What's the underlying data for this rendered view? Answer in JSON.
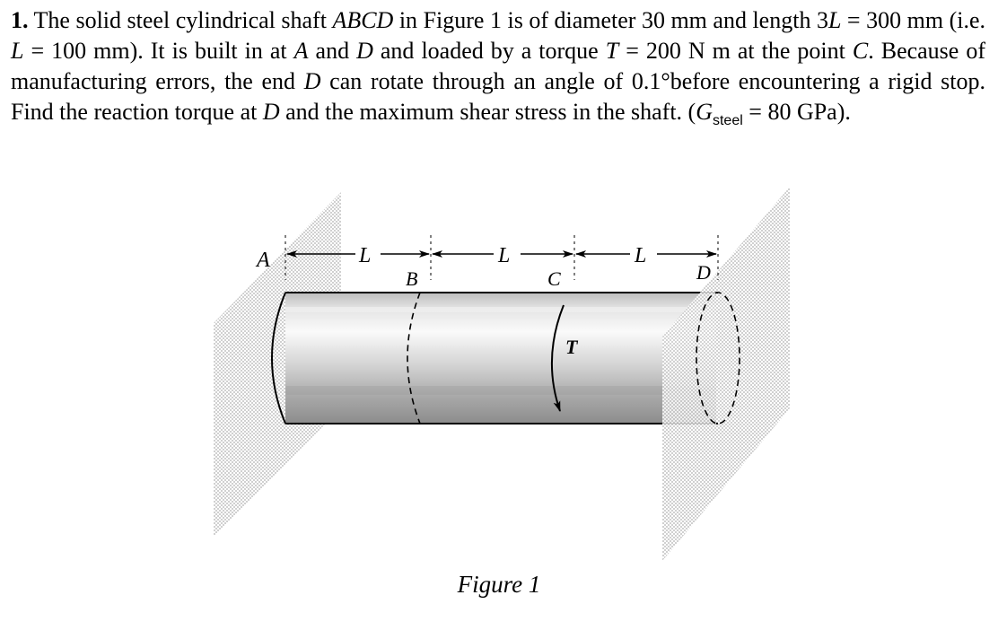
{
  "problem": {
    "number": "1.",
    "t1": " The solid steel cylindrical shaft ",
    "shaft_name": "ABCD",
    "t2": " in Figure 1 is of diameter 30 mm and length 3",
    "L": "L",
    "t3": " = 300 mm (i.e. ",
    "t4": " = 100 mm). It is built in at ",
    "A": "A",
    "t5": " and ",
    "D": "D",
    "t6": " and loaded by a torque ",
    "T": "T",
    "t7": " = 200 N m at the point ",
    "C": "C",
    "t8": ". Because of manufacturing errors, the end ",
    "t9": " can rotate through an angle of 0.1°before encountering a rigid stop. Find the reaction torque at ",
    "t10": " and the maximum shear stress in the shaft. (",
    "G": "G",
    "G_sub": "steel",
    "t11": " = 80 GPa)."
  },
  "figure": {
    "caption": "Figure 1",
    "labels": {
      "A": "A",
      "B": "B",
      "C": "C",
      "D": "D",
      "L1": "L",
      "L2": "L",
      "L3": "L",
      "T": "T"
    }
  }
}
